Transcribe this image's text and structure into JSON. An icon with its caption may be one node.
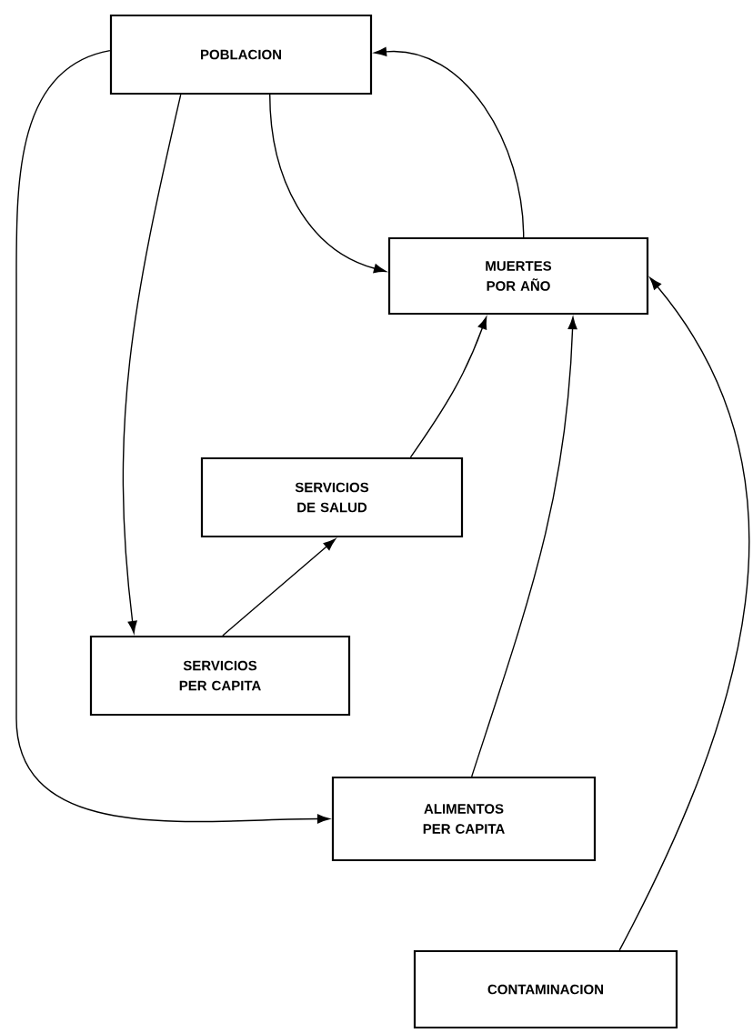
{
  "diagram": {
    "nodes": [
      {
        "text": [
          "POBLACION"
        ]
      },
      {
        "text": [
          "MUERTES POR AÑO"
        ]
      },
      {
        "text": [
          "SERVICIOS DE SALUD"
        ]
      },
      {
        "text": [
          "SERVICIOS PER CAPITA"
        ]
      },
      {
        "text": [
          "ALIMENTOS PER CAPITA"
        ]
      },
      {
        "text": [
          "CONTAMINACION"
        ]
      }
    ],
    "edges": [
      {
        "from": 0,
        "to": 1,
        "arrow": "to"
      },
      {
        "from": 1,
        "to": 0,
        "arrow": "to"
      },
      {
        "from": 0,
        "to": 3,
        "arrow": "to"
      },
      {
        "from": 0,
        "to": 4,
        "arrow": "to"
      },
      {
        "from": 3,
        "to": 2,
        "arrow": "to"
      },
      {
        "from": 2,
        "to": 1,
        "arrow": "to"
      },
      {
        "from": 4,
        "to": 1,
        "arrow": "to"
      },
      {
        "from": 5,
        "to": 1,
        "arrow": "to"
      }
    ]
  }
}
